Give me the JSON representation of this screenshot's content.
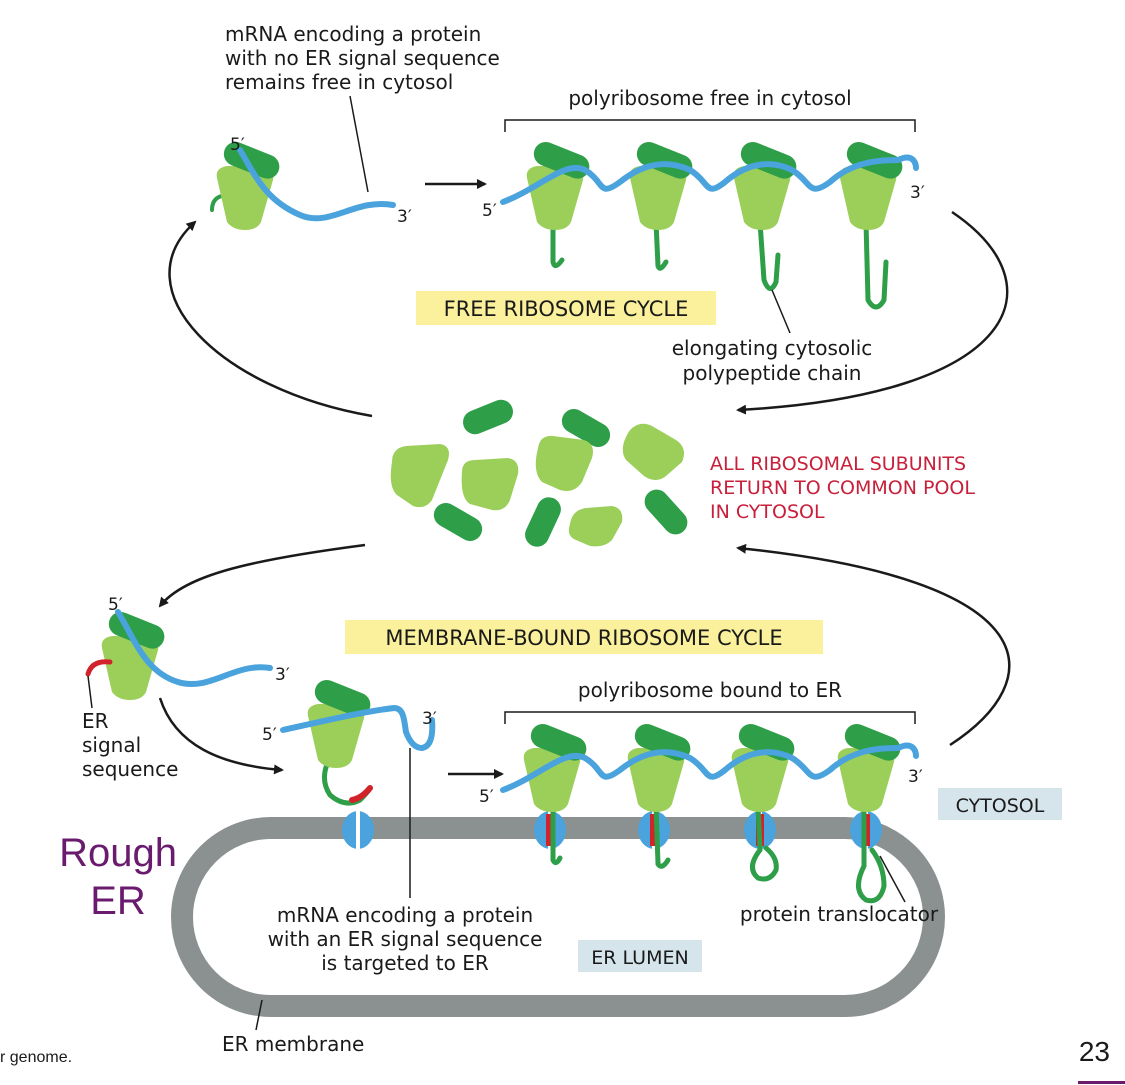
{
  "labels": {
    "free_mrna_l1": "mRNA encoding a protein",
    "free_mrna_l2": "with no ER signal sequence",
    "free_mrna_l3": "remains free in cytosol",
    "poly_free": "polyribosome free in cytosol",
    "free_cycle": "FREE RIBOSOME CYCLE",
    "elong_l1": "elongating cytosolic",
    "elong_l2": "polypeptide chain",
    "pool_l1": "ALL RIBOSOMAL SUBUNITS",
    "pool_l2": "RETURN TO COMMON POOL",
    "pool_l3": "IN CYTOSOL",
    "membrane_cycle": "MEMBRANE-BOUND RIBOSOME CYCLE",
    "poly_bound": "polyribosome bound to ER",
    "er_signal_l1": "ER",
    "er_signal_l2": "signal",
    "er_signal_l3": "sequence",
    "cytosol": "CYTOSOL",
    "rough_l1": "Rough",
    "rough_l2": "ER",
    "targeted_l1": "mRNA encoding a protein",
    "targeted_l2": "with an ER signal sequence",
    "targeted_l3": "is targeted to ER",
    "translocator": "protein translocator",
    "er_lumen": "ER LUMEN",
    "er_membrane": "ER membrane",
    "footnote": "r genome.",
    "page_number": "23",
    "five_prime": "5′",
    "three_prime": "3′"
  },
  "colors": {
    "mrna": "#4aa3dc",
    "small_subunit": "#9bcf5a",
    "large_subunit": "#2e9e48",
    "chain": "#2e9e48",
    "signal": "#d2232a",
    "membrane": "#8a9190",
    "highlight": "#fbf19c",
    "region_box": "#d6e4ec",
    "emphasis_red": "#c8203a",
    "slide_purple": "#6a1b6e"
  }
}
